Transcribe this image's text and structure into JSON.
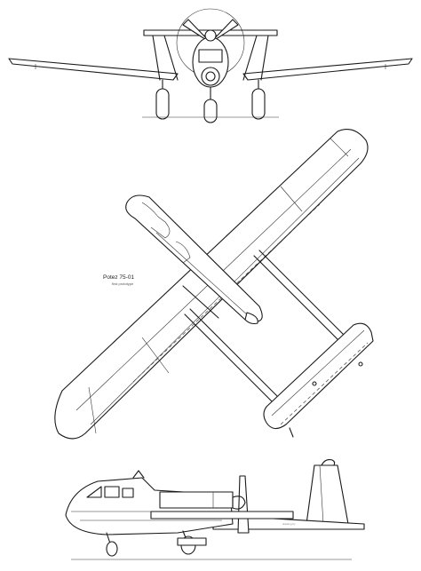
{
  "drawing": {
    "title": "Potez 75-01",
    "subtitle": "first prototype",
    "credit": "drawing by ·",
    "views": [
      "front-view",
      "top-view",
      "side-view"
    ]
  }
}
